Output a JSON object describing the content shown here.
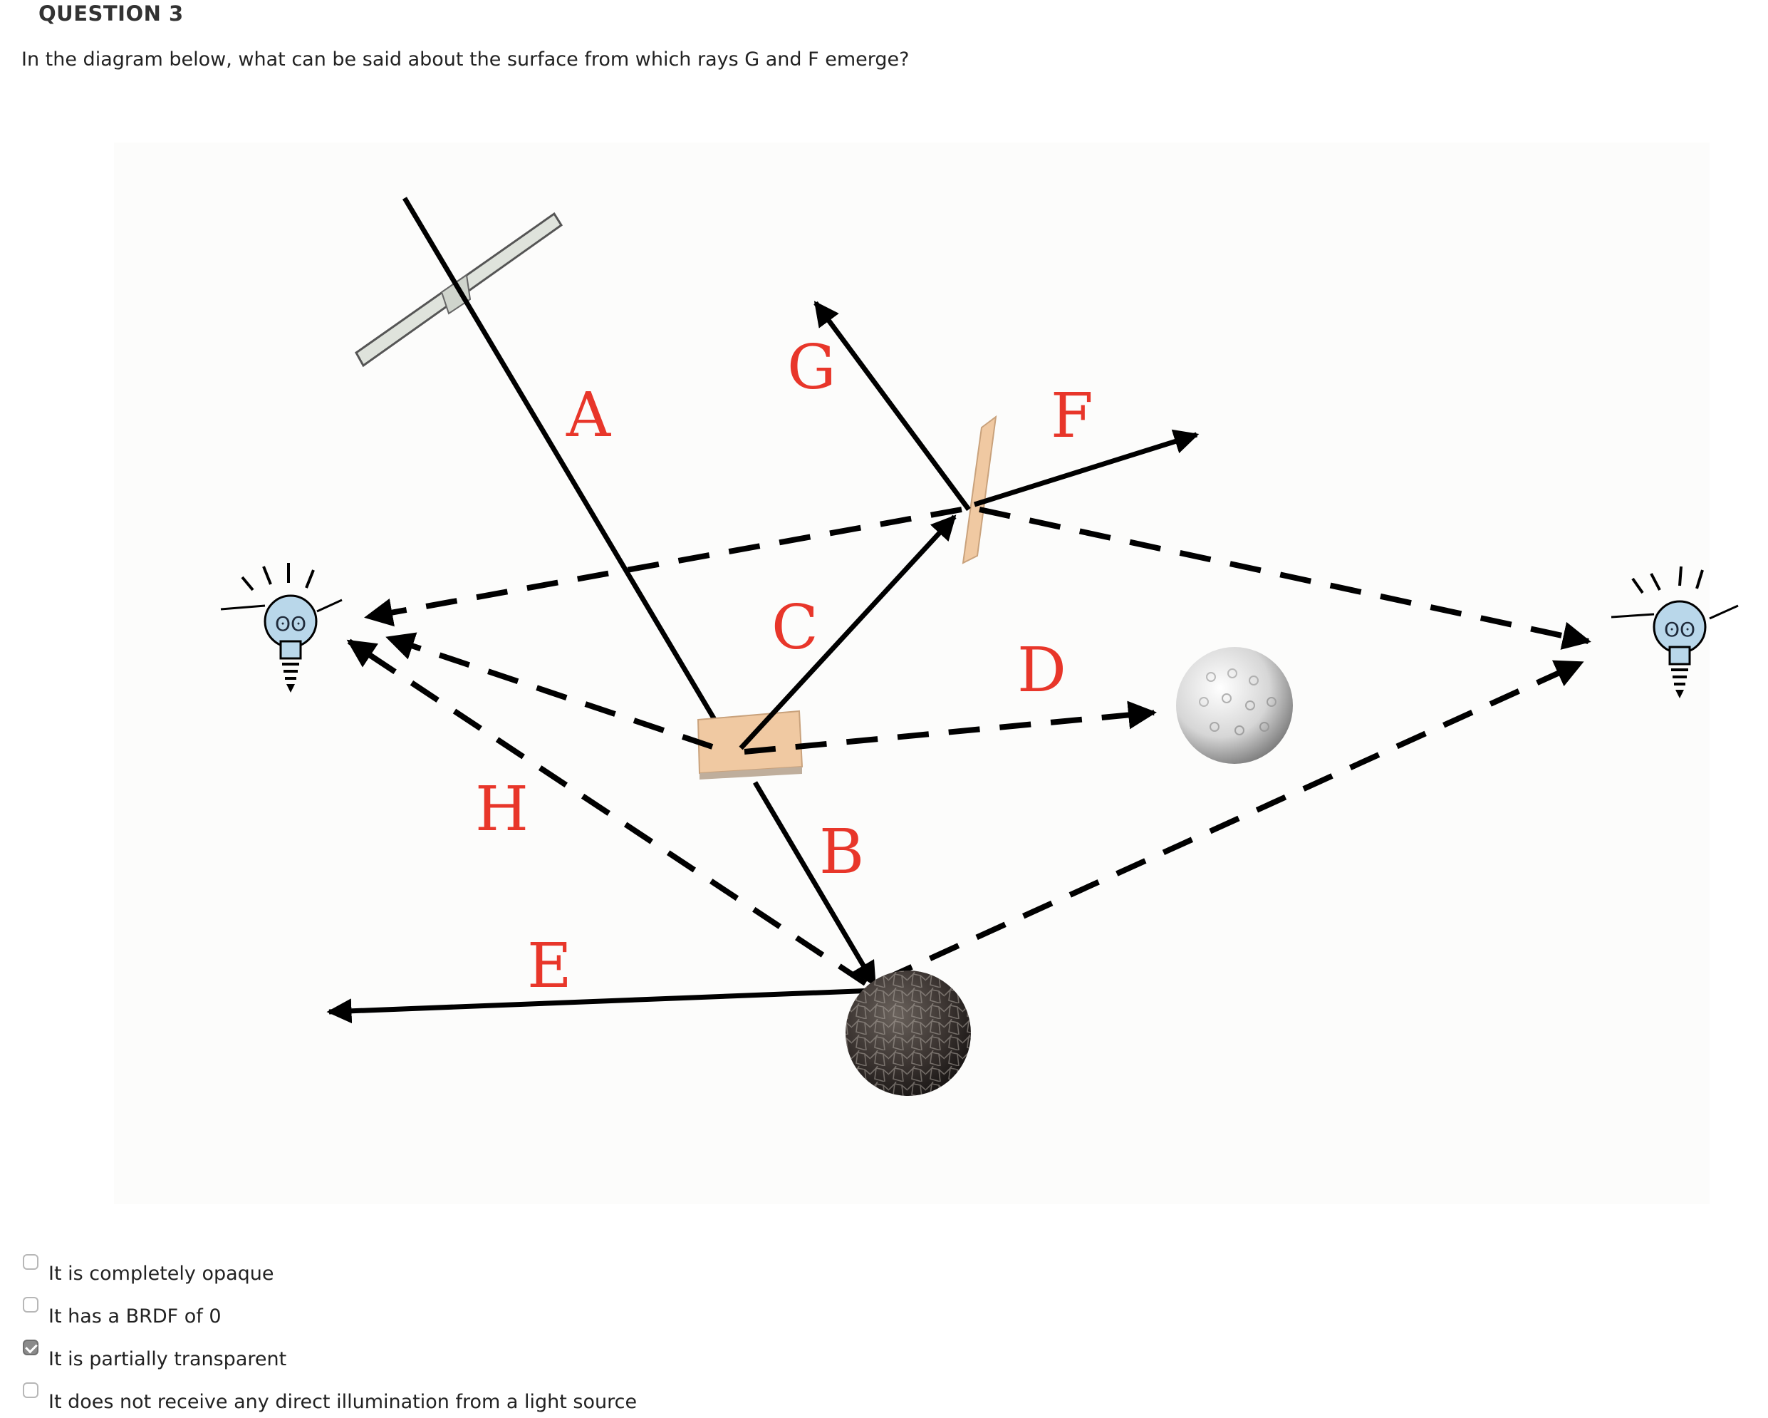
{
  "question": {
    "heading": "QUESTION 3",
    "text": "In the diagram below, what can be said about the surface from which rays G and F emerge?"
  },
  "diagram": {
    "ray_labels": [
      "A",
      "B",
      "C",
      "D",
      "E",
      "F",
      "G",
      "H"
    ],
    "label_color": "#e8362a"
  },
  "answers": [
    {
      "label": "It is completely opaque",
      "checked": false
    },
    {
      "label": "It has a BRDF of 0",
      "checked": false
    },
    {
      "label": "It is partially transparent",
      "checked": true
    },
    {
      "label": "It does not receive any direct illumination from a light source",
      "checked": false
    }
  ]
}
